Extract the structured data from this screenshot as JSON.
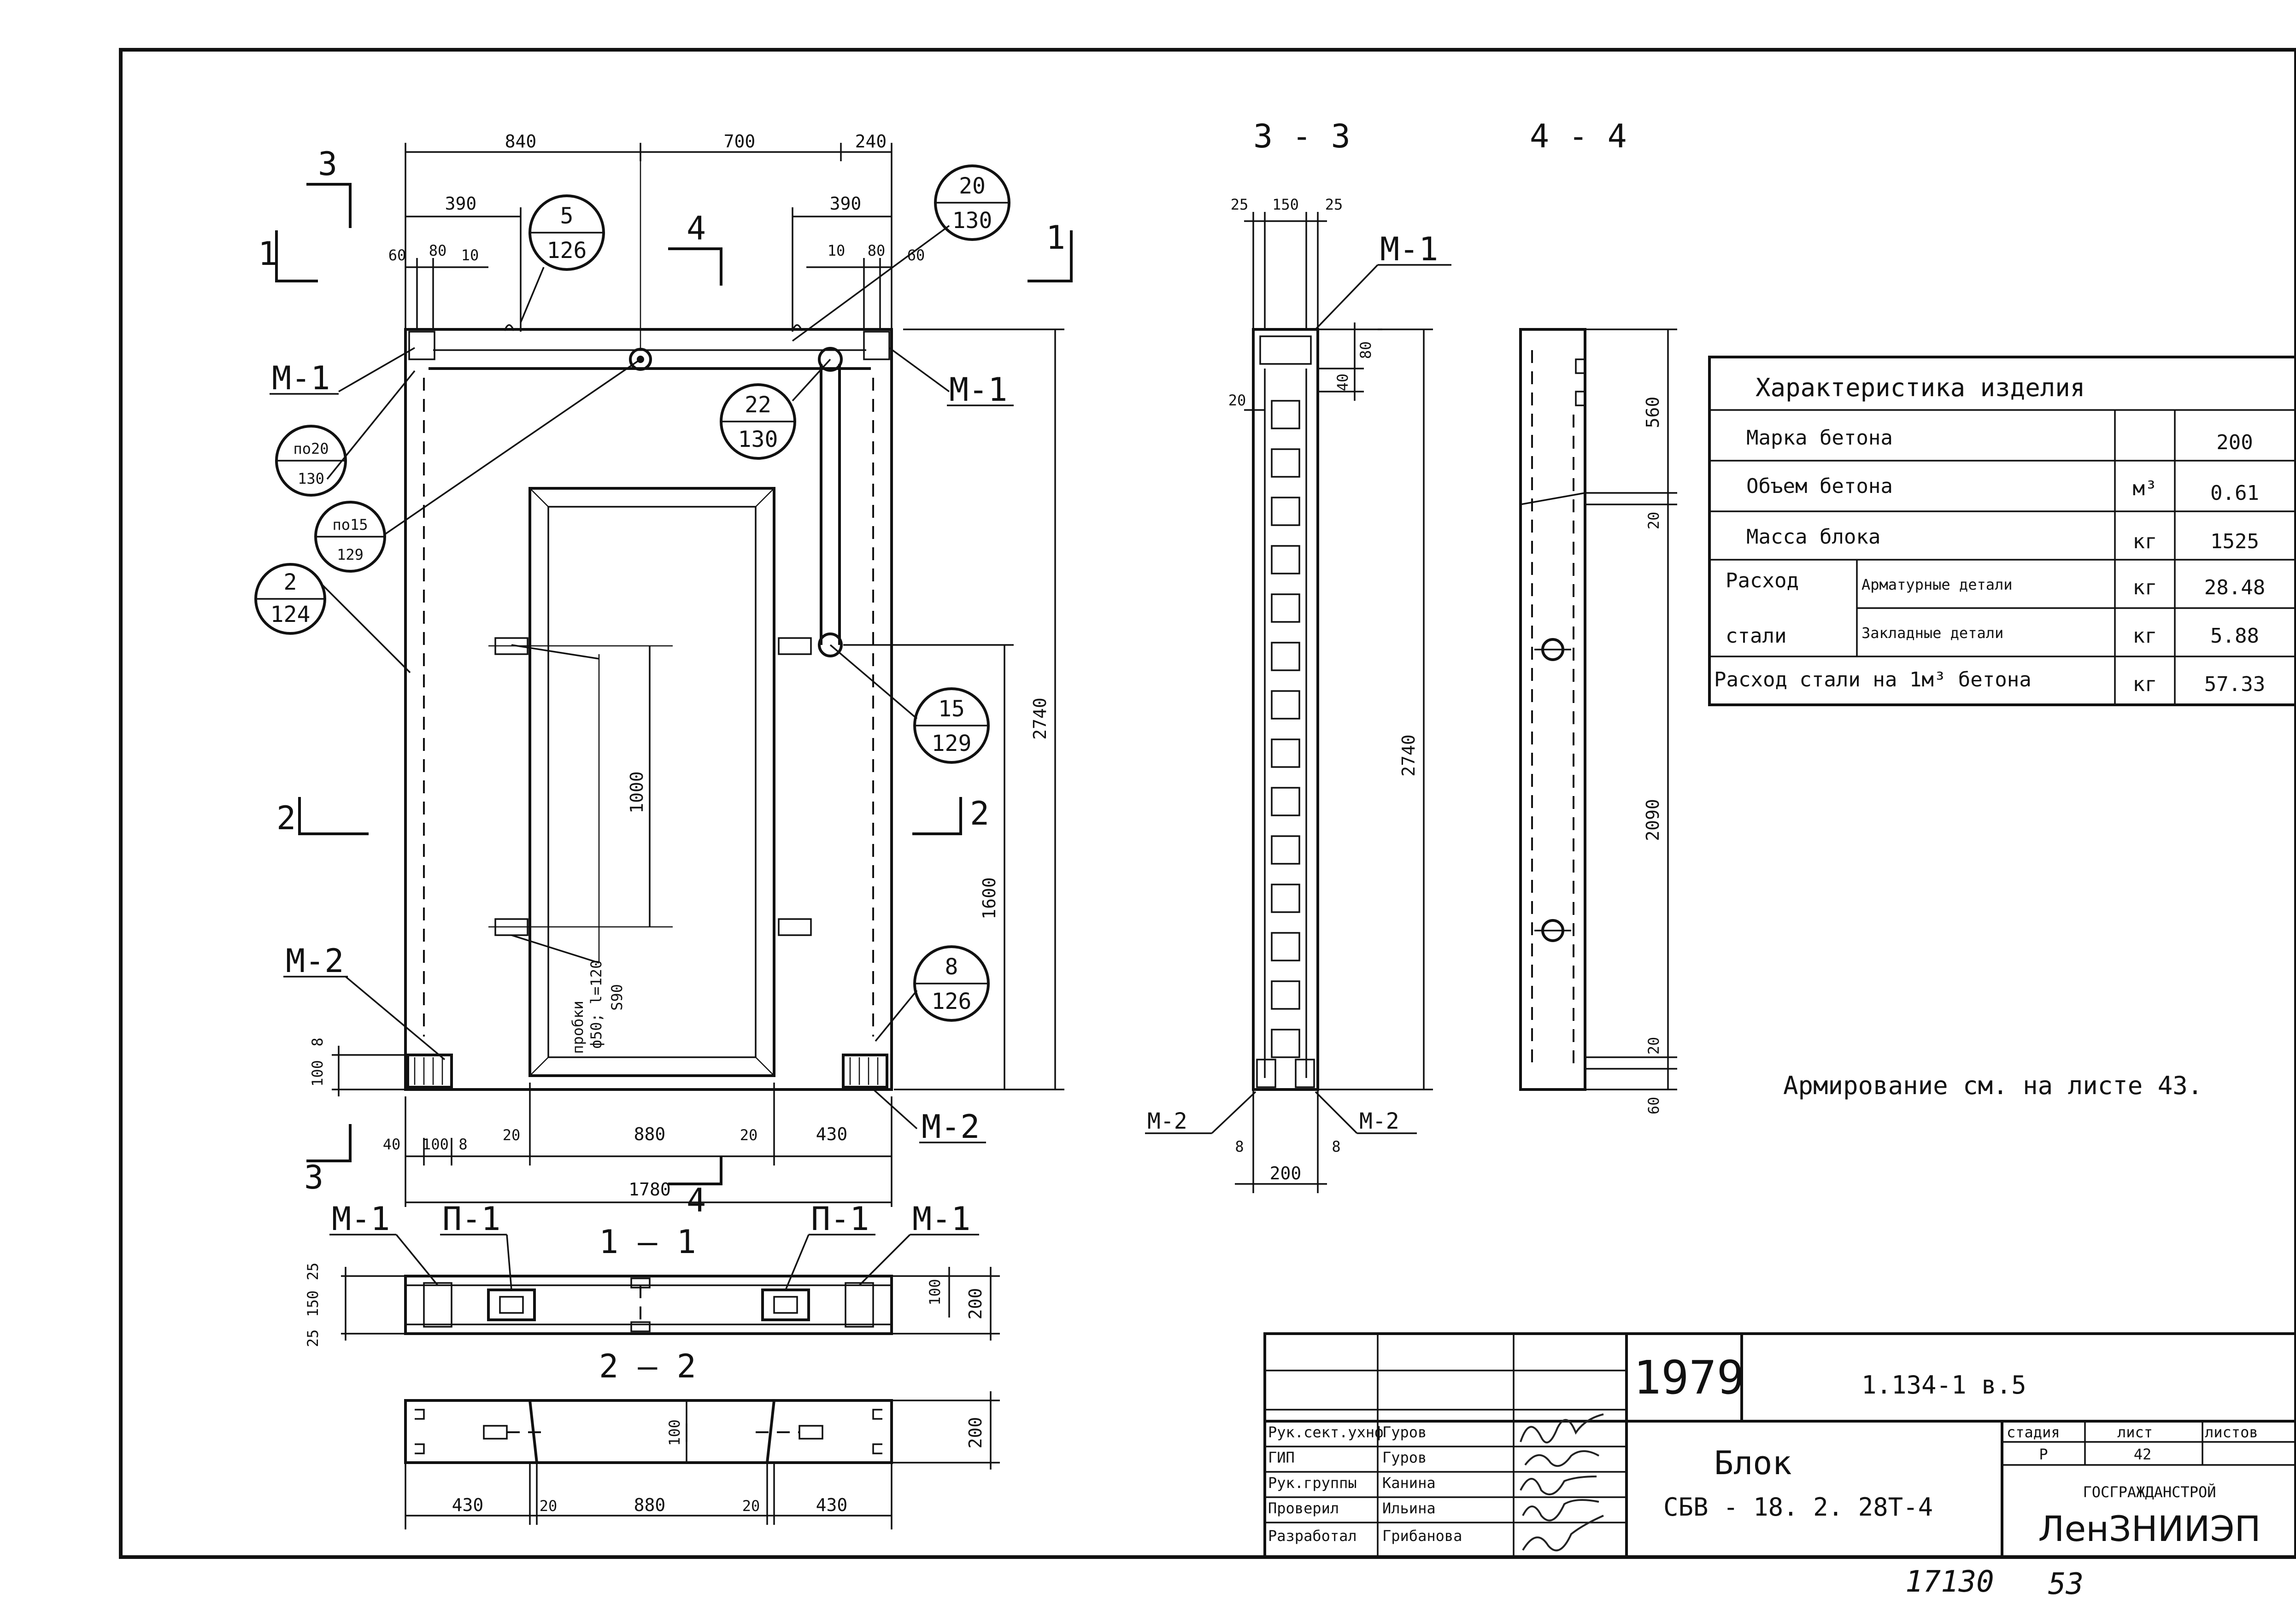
{
  "drawing": {
    "front": {
      "top_dims": [
        "840",
        "700",
        "240"
      ],
      "sub_dims": [
        "390",
        "390"
      ],
      "small_left": [
        "60",
        "80",
        "10"
      ],
      "small_right": [
        "10",
        "80",
        "60"
      ],
      "height": "2740",
      "opening_height": "1000",
      "sill": "1600",
      "plug_note": [
        "пробки",
        "ф50; l=120",
        "S90"
      ],
      "bottom_dims": [
        "40",
        "100",
        "8",
        "20",
        "880",
        "20",
        "430"
      ],
      "overall_width": "1780",
      "left_small": [
        "100",
        "8"
      ]
    },
    "section_marks": {
      "s3_top": "3",
      "s1_left": "1",
      "s4_top": "4",
      "s1_right": "1",
      "s2_left": "2",
      "s2_right": "2",
      "s3_bottom": "3",
      "s4_bottom": "4"
    },
    "callouts": [
      {
        "num": "5",
        "den": "126"
      },
      {
        "num": "20",
        "den": "130"
      },
      {
        "num": "22",
        "den": "130"
      },
      {
        "num": "по20",
        "den": "130"
      },
      {
        "num": "по15",
        "den": "129"
      },
      {
        "num": "2",
        "den": "124"
      },
      {
        "num": "15",
        "den": "129"
      },
      {
        "num": "8",
        "den": "126"
      }
    ],
    "labels": {
      "m1": "М-1",
      "m2": "М-2",
      "p1": "П-1"
    },
    "section_titles": {
      "s33": "3 - 3",
      "s44": "4 - 4",
      "s11": "1 — 1",
      "s22": "2 — 2"
    },
    "section33": {
      "top": [
        "25",
        "150",
        "25"
      ],
      "side": [
        "80",
        "40",
        "20"
      ],
      "height": "2740",
      "bottom": [
        "8",
        "8",
        "200"
      ]
    },
    "section44": {
      "dims": [
        "560",
        "20",
        "2090",
        "20",
        "60"
      ]
    },
    "section11": {
      "left": [
        "25",
        "150",
        "25"
      ],
      "right": [
        "100",
        "200"
      ]
    },
    "section22": {
      "right": [
        "100",
        "200"
      ],
      "bottom": [
        "430",
        "20",
        "880",
        "20",
        "430"
      ]
    }
  },
  "characteristics": {
    "title": "Характеристика изделия",
    "rows": [
      {
        "label": "Марка бетона",
        "unit": "",
        "value": "200"
      },
      {
        "label": "Объем бетона",
        "unit": "м³",
        "value": "0.61"
      },
      {
        "label": "Масса блока",
        "unit": "кг",
        "value": "1525"
      }
    ],
    "steel_label_1": "Расход",
    "steel_label_2": "стали",
    "steel_rows": [
      {
        "label": "Арматурные детали",
        "unit": "кг",
        "value": "28.48"
      },
      {
        "label": "Закладные детали",
        "unit": "кг",
        "value": "5.88"
      }
    ],
    "per_m3": {
      "label": "Расход стали на 1м³ бетона",
      "unit": "кг",
      "value": "57.33"
    }
  },
  "note": "Армирование см. на листе 43.",
  "title_block": {
    "year": "1979",
    "series": "1.134-1   в.5",
    "product_1": "Блок",
    "product_2": "СБВ - 18. 2. 28Т-4",
    "stage_h": "стадия",
    "sheet_h": "лист",
    "sheets_h": "листов",
    "stage": "Р",
    "sheet": "42",
    "org_1": "ГОСГРАЖДАНСТРОЙ",
    "org_2": "ЛенЗНИИЭП",
    "people": [
      {
        "role": "Рук.сект.ухнф",
        "name": "Гуров"
      },
      {
        "role": "ГИП",
        "name": "Гуров"
      },
      {
        "role": "Рук.группы",
        "name": "Канина"
      },
      {
        "role": "Проверил",
        "name": "Ильина"
      },
      {
        "role": "Разработал",
        "name": "Грибанова"
      }
    ]
  },
  "footer": {
    "code": "17130",
    "page": "53"
  }
}
